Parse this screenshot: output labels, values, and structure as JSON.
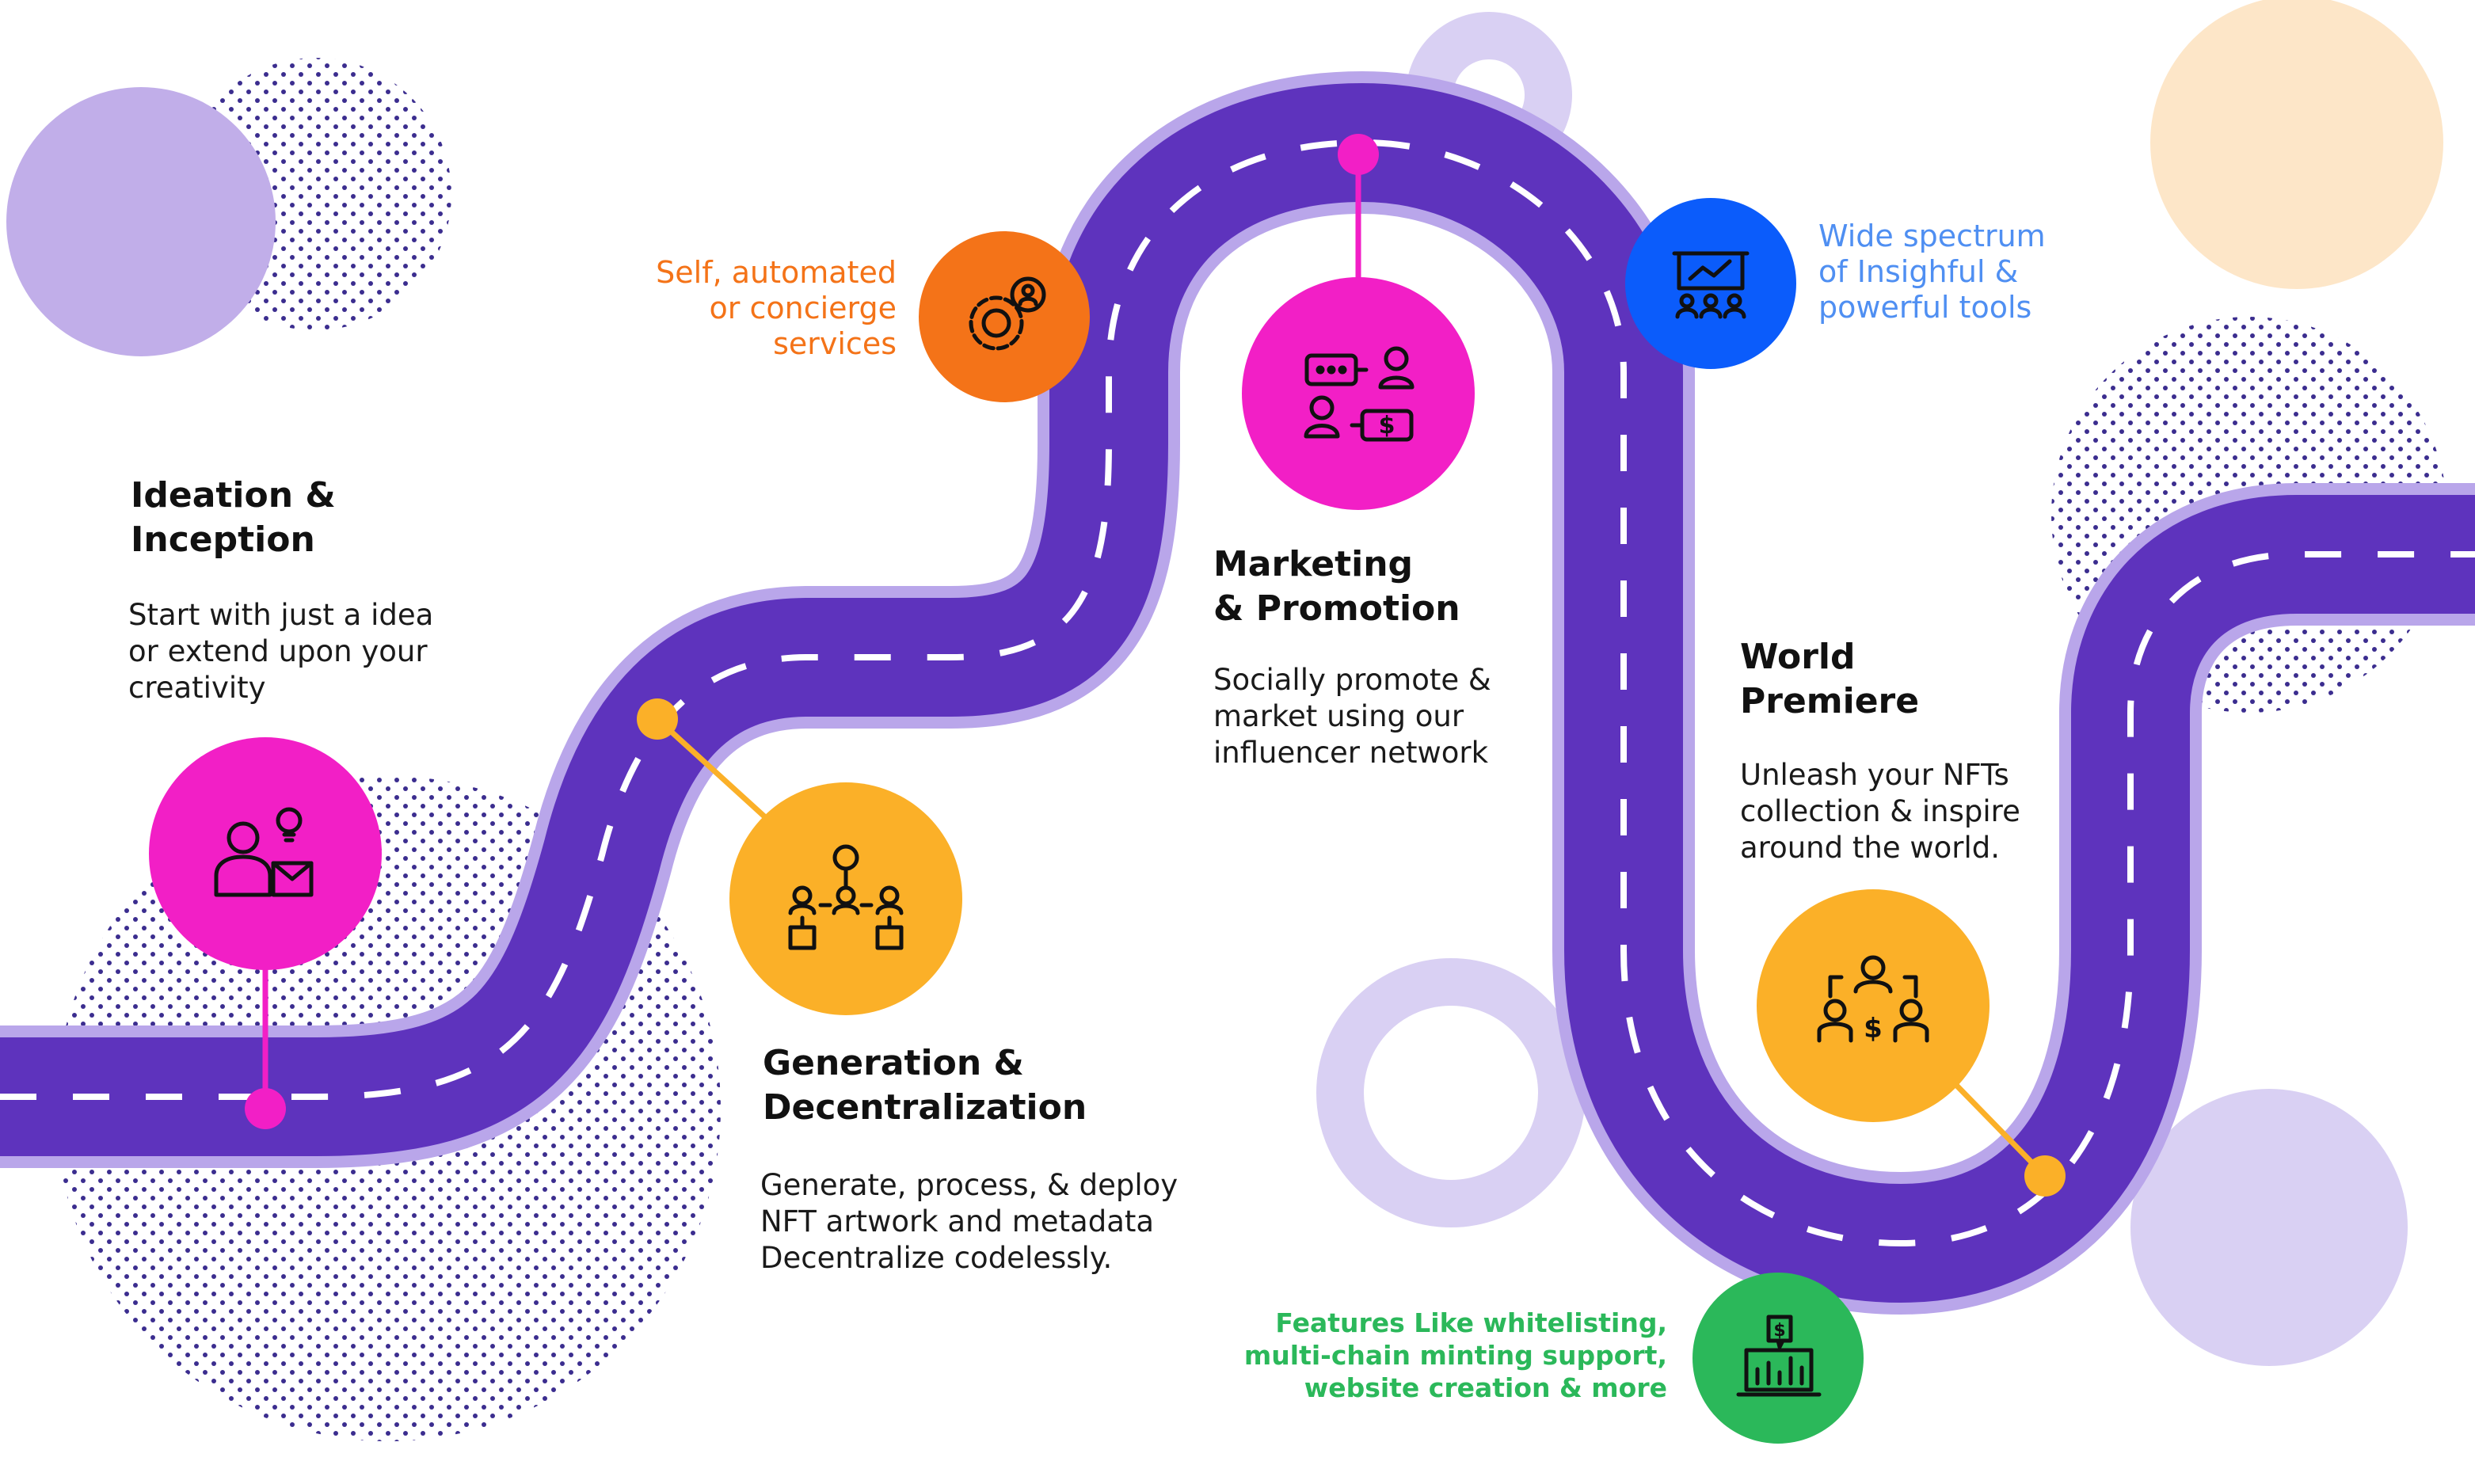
{
  "colors": {
    "road": "#5e33bd",
    "road_edge": "#b9a6ea",
    "lavender": "#c1aee9",
    "lavender_light": "#d9d0f3",
    "peach": "#fde6c8",
    "dots": "#3b2d8f",
    "magenta": "#f21fc6",
    "yellow": "#fbb028",
    "orange": "#f47318",
    "blue": "#0b5cfb",
    "green": "#2bb85a"
  },
  "stages": [
    {
      "title": "Ideation &\nInception",
      "description": "Start with just a idea\nor extend upon your\ncreativity",
      "icon": "person-idea-icon"
    },
    {
      "title": "Generation &\nDecentralization",
      "description": "Generate, process, & deploy\nNFT artwork and metadata\nDecentralize codelessly.",
      "icon": "network-hierarchy-icon"
    },
    {
      "title": "Marketing\n& Promotion",
      "description": "Socially promote &\nmarket using our\ninfluencer network",
      "icon": "chat-dollar-icon"
    },
    {
      "title": "World\nPremiere",
      "description": "Unleash your  NFTs\ncollection & inspire\naround the world.",
      "icon": "group-dollar-icon"
    }
  ],
  "features": [
    {
      "text": "Self, automated\nor concierge\nservices",
      "color": "#f47318",
      "icon": "gear-user-icon"
    },
    {
      "text": "Wide spectrum\nof Insighful &\npowerful tools",
      "color": "#4f8ff2",
      "icon": "presentation-icon"
    },
    {
      "text": "Features Like whitelisting,\nmulti-chain minting support,\nwebsite creation & more",
      "color": "#2bb85a",
      "icon": "dollar-chart-icon"
    }
  ]
}
